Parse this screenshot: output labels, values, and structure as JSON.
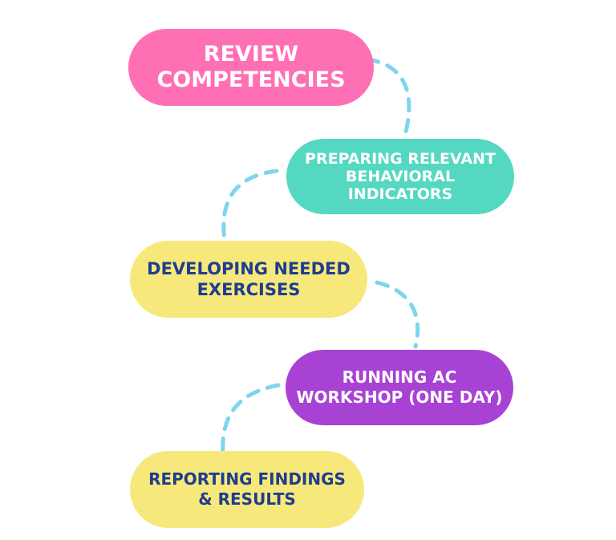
{
  "steps": [
    {
      "label": "REVIEW COMPETENCIES",
      "fill": "#ff6fb3",
      "text_color": "#ffffff"
    },
    {
      "label": "PREPARING RELEVANT BEHAVIORAL INDICATORS",
      "fill": "#55d8c1",
      "text_color": "#ffffff"
    },
    {
      "label": "DEVELOPING NEEDED EXERCISES",
      "fill": "#f6e87b",
      "text_color": "#1f3c8f"
    },
    {
      "label": "RUNNING AC WORKSHOP (ONE DAY)",
      "fill": "#a742d4",
      "text_color": "#ffffff"
    },
    {
      "label": "REPORTING FINDINGS & RESULTS",
      "fill": "#f6e87b",
      "text_color": "#1f3c8f"
    }
  ],
  "connector_color": "#7fd4ee"
}
